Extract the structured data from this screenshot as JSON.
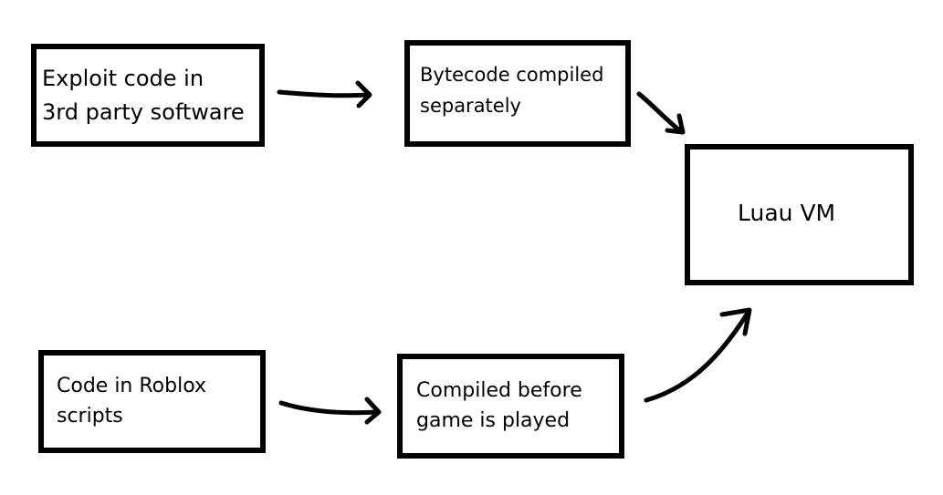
{
  "diagram": {
    "nodes": {
      "exploit": {
        "label": "Exploit code in\n3rd party software"
      },
      "bytecode": {
        "label": "Bytecode compiled\nseparately"
      },
      "luau_vm": {
        "label": "Luau VM"
      },
      "roblox": {
        "label": "Code in Roblox\nscripts"
      },
      "compiled": {
        "label": "Compiled before\ngame is played"
      }
    },
    "edges": [
      {
        "from": "exploit",
        "to": "bytecode"
      },
      {
        "from": "bytecode",
        "to": "luau_vm"
      },
      {
        "from": "roblox",
        "to": "compiled"
      },
      {
        "from": "compiled",
        "to": "luau_vm"
      }
    ]
  }
}
